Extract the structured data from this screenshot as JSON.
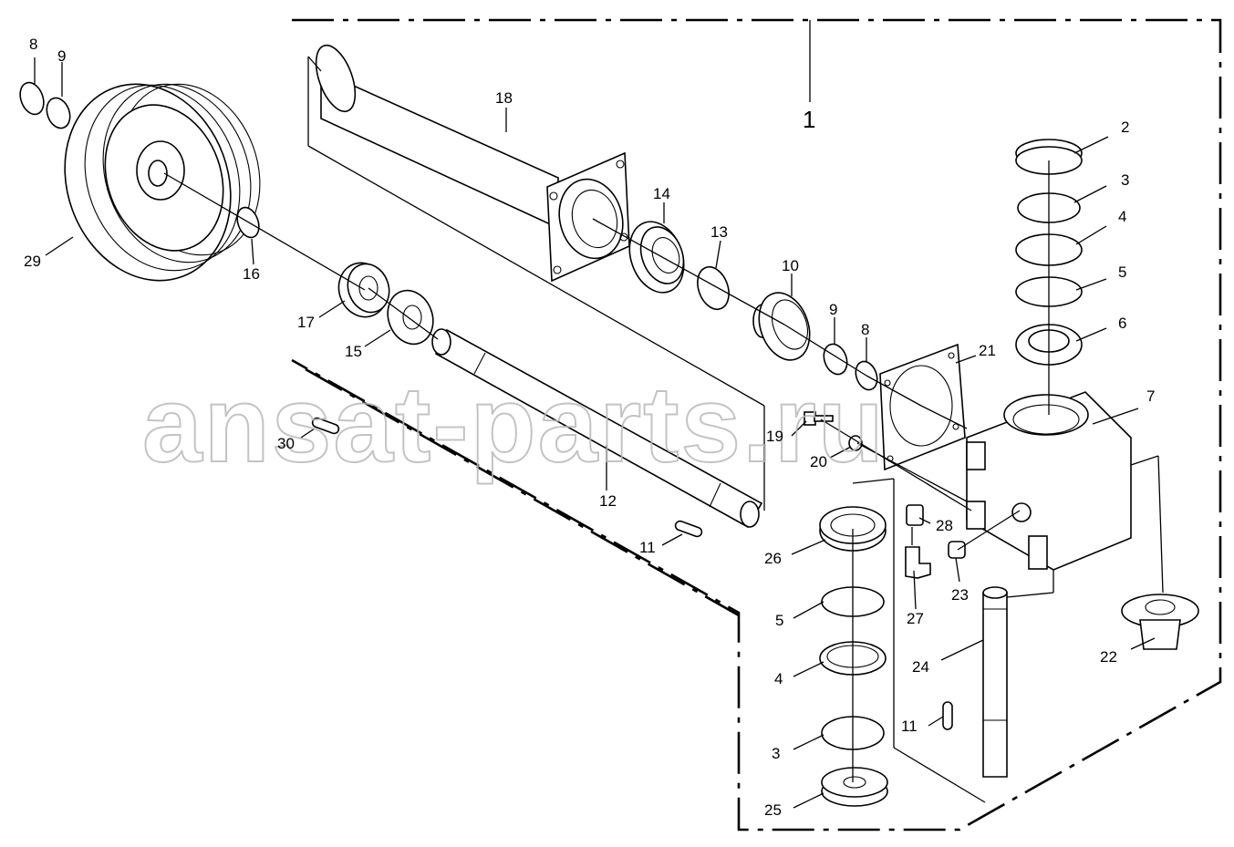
{
  "watermark": "ansat-parts.ru",
  "callouts": {
    "c1": "1",
    "c2": "2",
    "c3a": "3",
    "c4a": "4",
    "c5a": "5",
    "c6": "6",
    "c7": "7",
    "c8a": "8",
    "c9a": "9",
    "c29": "29",
    "c16": "16",
    "c18": "18",
    "c14": "14",
    "c13": "13",
    "c10": "10",
    "c9b": "9",
    "c8b": "8",
    "c21": "21",
    "c17": "17",
    "c15": "15",
    "c30": "30",
    "c19": "19",
    "c20": "20",
    "c12": "12",
    "c11a": "11",
    "c26": "26",
    "c28": "28",
    "c27": "27",
    "c23": "23",
    "c5b": "5",
    "c4b": "4",
    "c3b": "3",
    "c24": "24",
    "c22": "22",
    "c11b": "11",
    "c25": "25"
  }
}
